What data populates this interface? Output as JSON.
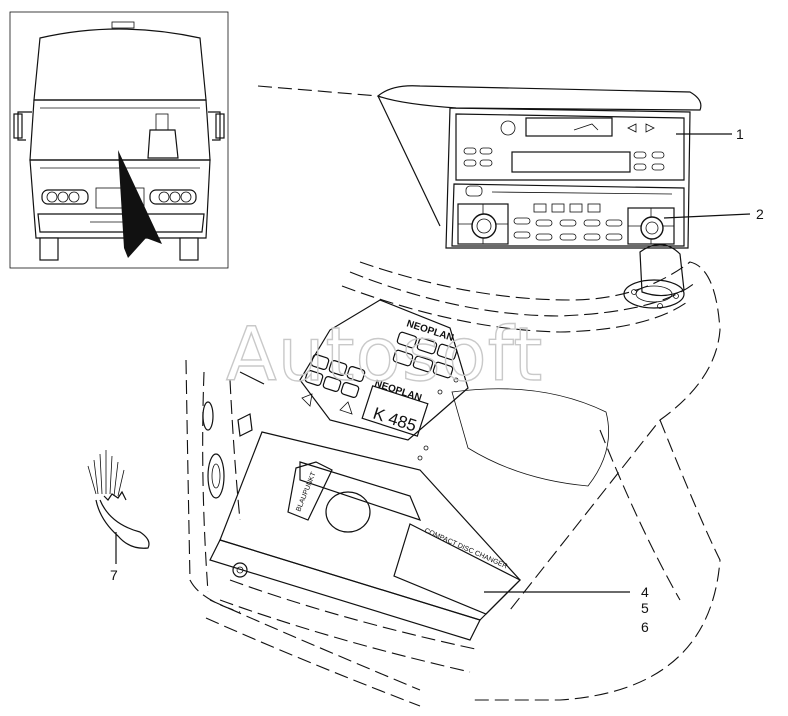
{
  "callouts": [
    "1",
    "2",
    "4",
    "5",
    "6",
    "7"
  ],
  "watermark": "Autosoft",
  "labels": {
    "brand_top": "NEOPLAN",
    "brand_bottom": "NEOPLAN",
    "display_text": "K 485",
    "blaupunkt": "BLAUPUNKT",
    "changer": "COMPACT DISC CHANGER"
  }
}
